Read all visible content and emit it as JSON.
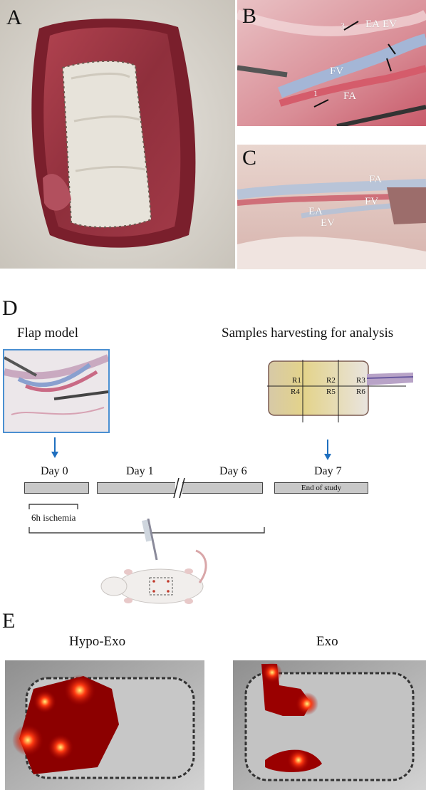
{
  "panels": {
    "a": "A",
    "b": "B",
    "c": "C",
    "d": "D",
    "e": "E"
  },
  "panel_b_labels": {
    "ea": "EA",
    "ev": "EV",
    "fv": "FV",
    "fa": "FA",
    "num1": "1",
    "num3": "3"
  },
  "panel_c_labels": {
    "fa": "FA",
    "fv": "FV",
    "ea": "EA",
    "ev": "EV"
  },
  "panel_d": {
    "flap_model": "Flap model",
    "samples_harvesting": "Samples harvesting for analysis",
    "regions": [
      "R1",
      "R2",
      "R3",
      "R4",
      "R5",
      "R6"
    ],
    "day0": "Day 0",
    "day1": "Day 1",
    "day6": "Day 6",
    "day7": "Day 7",
    "end_of_study": "End of study",
    "ischemia": "6h ischemia"
  },
  "panel_e": {
    "hypo_exo": "Hypo-Exo",
    "exo": "Exo"
  },
  "colors": {
    "arrow": "#1f6fbf",
    "tissue": "#c85a6a",
    "bar": "#c8c8c8"
  }
}
